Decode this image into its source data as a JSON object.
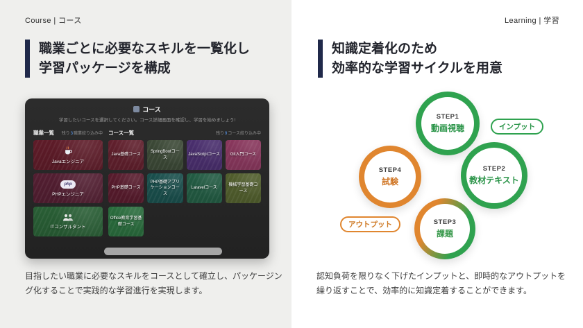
{
  "colors": {
    "accent_navy": "#20294a",
    "cycle_green": "#2fa24f",
    "cycle_orange": "#e0862f",
    "count_blue": "#5b9cf5",
    "left_panel_bg": "#efefed",
    "right_panel_bg": "#ffffff"
  },
  "left": {
    "tag": "Course | コース",
    "heading": {
      "line1": "職業ごとに必要なスキルを一覧化し",
      "line2": "学習パッケージを構成"
    },
    "caption": {
      "line1": "目指したい職業に必要なスキルをコースとして確立し、パッケージン",
      "line2": "グ化することで実践的な学習進行を実現します。"
    },
    "mock": {
      "icon": "course-app-icon",
      "title": "コース",
      "subtitle": "学習したいコースを選択してください。コース詳細画面を確認し、学習を始めましょう!",
      "jobs_section": {
        "label": "職業一覧",
        "meta_prefix": "残り",
        "meta_count": "3",
        "meta_suffix": "職業絞り込み中"
      },
      "courses_section": {
        "label": "コース一覧",
        "meta_prefix": "残り",
        "meta_count": "9",
        "meta_suffix": "コース絞り込み中"
      },
      "jobs": [
        {
          "label": "Javaエンジニア",
          "icon": "java-cup-icon",
          "color": "#6b1f2e"
        },
        {
          "label": "PHPエンジニア",
          "icon": "php-icon",
          "color": "#5e2238"
        },
        {
          "label": "ITコンサルタント",
          "icon": "people-icon",
          "color": "#2e6b3c"
        }
      ],
      "courses": [
        {
          "label": "Java基礎コース",
          "color": "#6e2433"
        },
        {
          "label": "SpringBootコース",
          "color": "#44533e"
        },
        {
          "label": "JavaScriptコース",
          "color": "#54357d"
        },
        {
          "label": "Git入門コース",
          "color": "#9c3f6a"
        },
        {
          "label": "PHP基礎コース",
          "color": "#641f33"
        },
        {
          "label": "PHP基礎アプリケーションコース",
          "color": "#1d5a57"
        },
        {
          "label": "Laravelコース",
          "color": "#27684c"
        },
        {
          "label": "機械学習基礎コース",
          "color": "#5c6b33"
        },
        {
          "label": "Office教育学習基礎コース",
          "color": "#2f7b45"
        }
      ]
    }
  },
  "right": {
    "tag": "Learning | 学習",
    "heading": {
      "line1": "知識定着化のため",
      "line2": "効率的な学習サイクルを用意"
    },
    "caption": {
      "line1": "認知負荷を限りなく下げたインプットと、即時的なアウトプットを",
      "line2": "繰り返すことで、効率的に知識定着することができます。"
    },
    "cycle": {
      "steps": [
        {
          "step": "STEP1",
          "label": "動画視聴",
          "theme": "green"
        },
        {
          "step": "STEP2",
          "label": "教材テキスト",
          "theme": "green"
        },
        {
          "step": "STEP3",
          "label": "課題",
          "theme": "green-orange"
        },
        {
          "step": "STEP4",
          "label": "試験",
          "theme": "orange"
        }
      ],
      "input_badge": "インプット",
      "output_badge": "アウトプット"
    }
  }
}
